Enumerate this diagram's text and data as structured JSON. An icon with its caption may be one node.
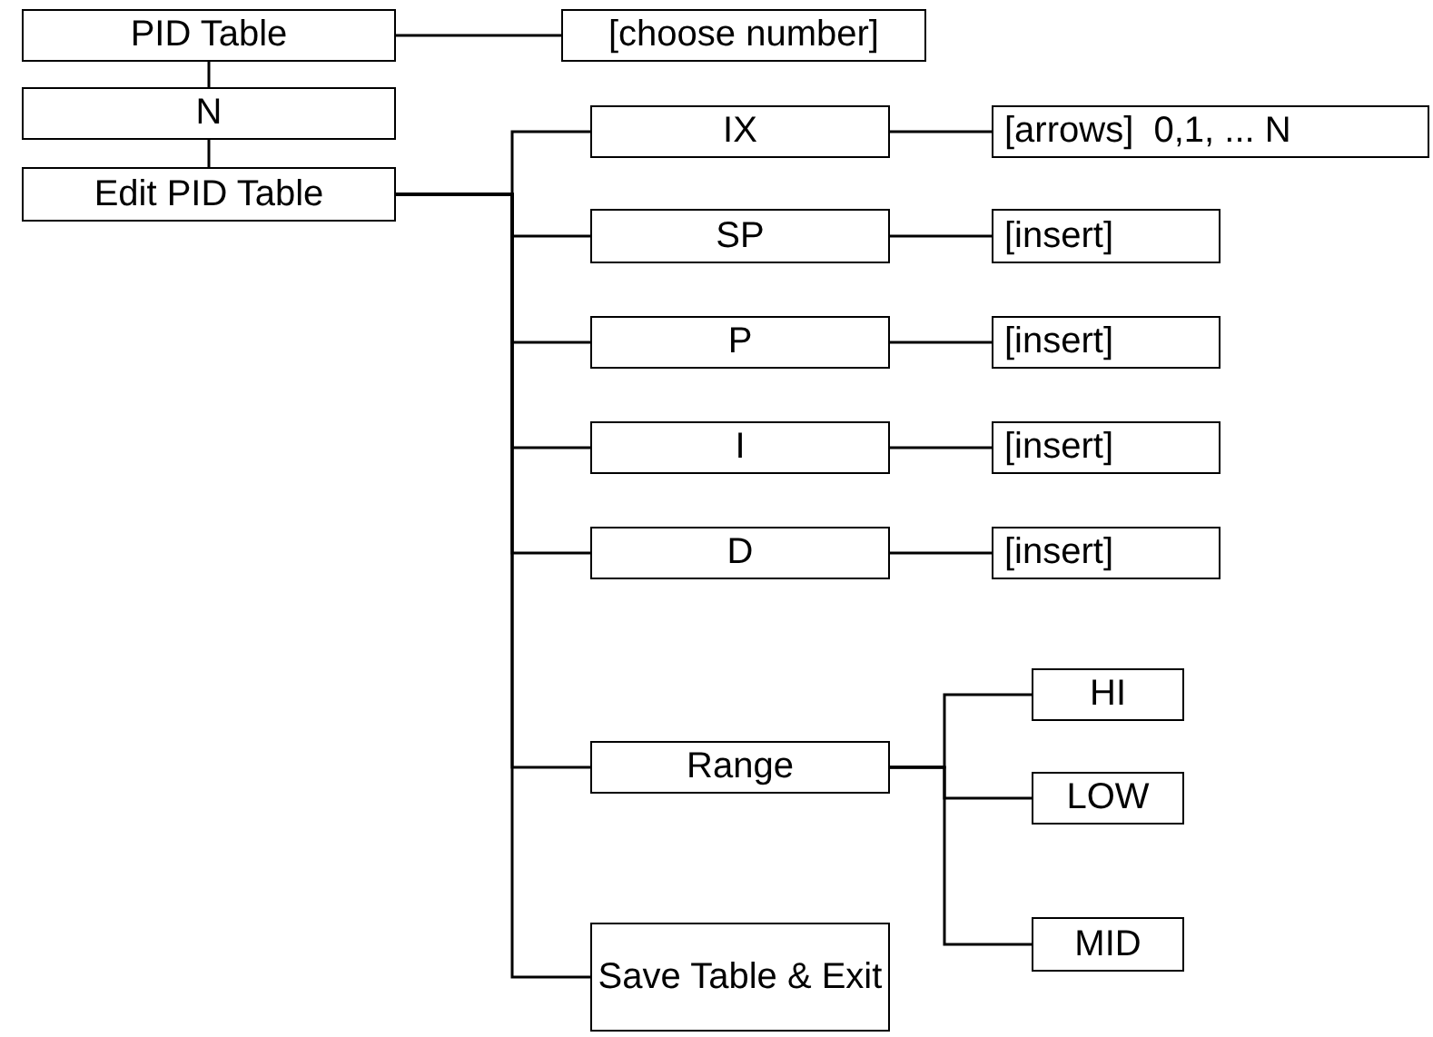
{
  "diagram": {
    "nodes": [
      {
        "text": [
          "PID Table"
        ]
      },
      {
        "text": [
          "[choose number]"
        ]
      },
      {
        "text": [
          "N"
        ]
      },
      {
        "text": [
          "Edit PID Table"
        ]
      },
      {
        "text": [
          "IX"
        ]
      },
      {
        "text": [
          "[arrows]  0,1, ... N"
        ]
      },
      {
        "text": [
          "SP"
        ]
      },
      {
        "text": [
          "[insert]"
        ]
      },
      {
        "text": [
          "P"
        ]
      },
      {
        "text": [
          "[insert]"
        ]
      },
      {
        "text": [
          "I"
        ]
      },
      {
        "text": [
          "[insert]"
        ]
      },
      {
        "text": [
          "D"
        ]
      },
      {
        "text": [
          "[insert]"
        ]
      },
      {
        "text": [
          "Range"
        ]
      },
      {
        "text": [
          "HI"
        ]
      },
      {
        "text": [
          "LOW"
        ]
      },
      {
        "text": [
          "MID"
        ]
      },
      {
        "text": [
          "Save Table & Exit"
        ]
      }
    ],
    "edges": [
      {
        "from": 0,
        "to": 1,
        "arrow": "none"
      },
      {
        "from": 0,
        "to": 2,
        "arrow": "none"
      },
      {
        "from": 2,
        "to": 3,
        "arrow": "none"
      },
      {
        "from": 3,
        "to": 4,
        "arrow": "none"
      },
      {
        "from": 3,
        "to": 6,
        "arrow": "none"
      },
      {
        "from": 3,
        "to": 8,
        "arrow": "none"
      },
      {
        "from": 3,
        "to": 10,
        "arrow": "none"
      },
      {
        "from": 3,
        "to": 12,
        "arrow": "none"
      },
      {
        "from": 3,
        "to": 14,
        "arrow": "none"
      },
      {
        "from": 3,
        "to": 18,
        "arrow": "none"
      },
      {
        "from": 4,
        "to": 5,
        "arrow": "none"
      },
      {
        "from": 6,
        "to": 7,
        "arrow": "none"
      },
      {
        "from": 8,
        "to": 9,
        "arrow": "none"
      },
      {
        "from": 10,
        "to": 11,
        "arrow": "none"
      },
      {
        "from": 12,
        "to": 13,
        "arrow": "none"
      },
      {
        "from": 14,
        "to": 15,
        "arrow": "none"
      },
      {
        "from": 14,
        "to": 16,
        "arrow": "none"
      },
      {
        "from": 14,
        "to": 17,
        "arrow": "none"
      }
    ]
  }
}
